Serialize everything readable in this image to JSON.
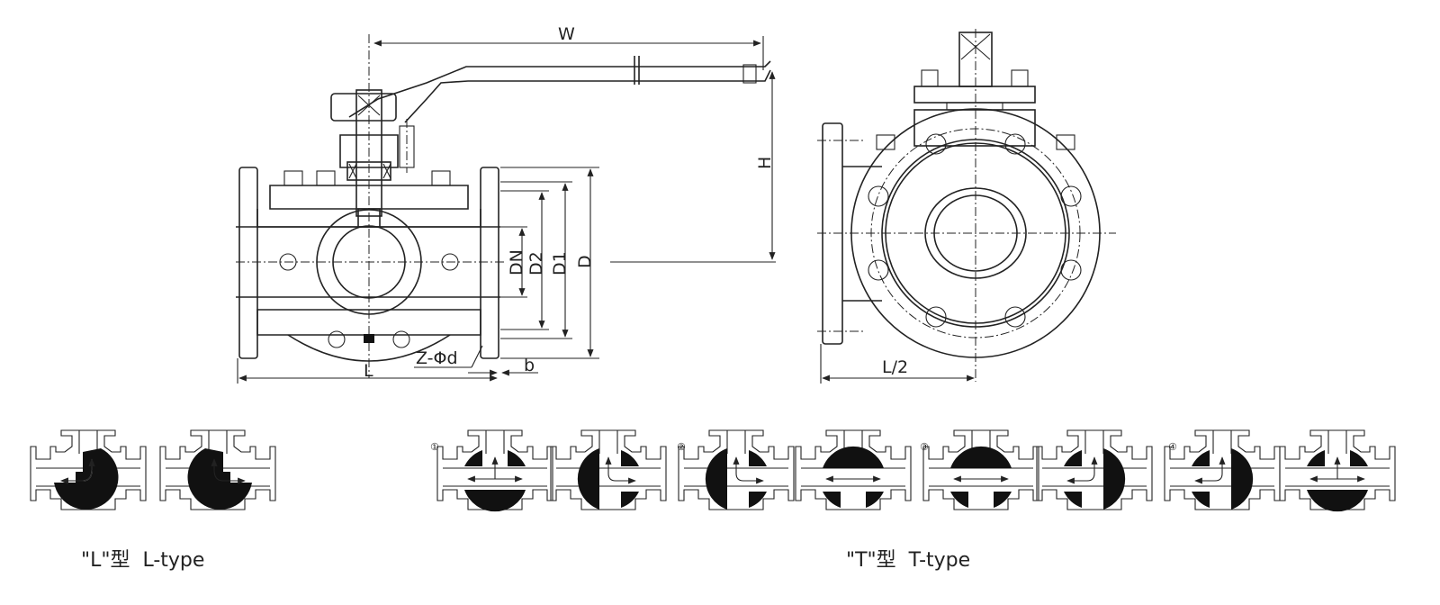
{
  "title": "Three-way flanged ball valve dimension drawing and flow patterns",
  "dimensions": {
    "W": "W",
    "H": "H",
    "DN": "DN",
    "D2": "D2",
    "D1": "D1",
    "D": "D",
    "L": "L",
    "b": "b",
    "Z_Phi_d": "Z-Φd",
    "L_half": "L/2"
  },
  "views": [
    "front-section-view",
    "side-view"
  ],
  "flow_patterns": {
    "l_type": {
      "caption": "\"L\"型  L-type",
      "count": 2
    },
    "t_type": {
      "caption": "\"T\"型  T-type",
      "groups": [
        {
          "marker": "①"
        },
        {
          "marker": "②"
        },
        {
          "marker": "③"
        },
        {
          "marker": "④"
        }
      ]
    }
  }
}
